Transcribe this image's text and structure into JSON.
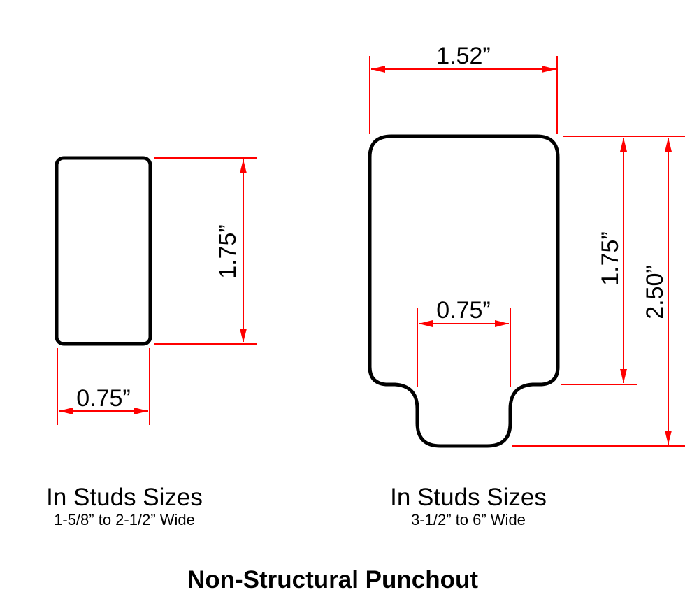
{
  "colors": {
    "outline": "#000000",
    "dimension": "#ff0000",
    "background": "#ffffff"
  },
  "left_shape": {
    "shape": "rounded-rectangle",
    "width_dimension": "0.75”",
    "height_dimension": "1.75”",
    "title": "In Studs Sizes",
    "subtitle": "1-5/8” to 2-1/2” Wide"
  },
  "right_shape": {
    "shape": "keyhole-punchout",
    "top_width_dimension": "1.52”",
    "tab_width_dimension": "0.75”",
    "body_height_dimension": "1.75”",
    "total_height_dimension": "2.50”",
    "title": "In Studs Sizes",
    "subtitle": "3-1/2” to 6” Wide"
  },
  "caption": "Non-Structural Punchout"
}
